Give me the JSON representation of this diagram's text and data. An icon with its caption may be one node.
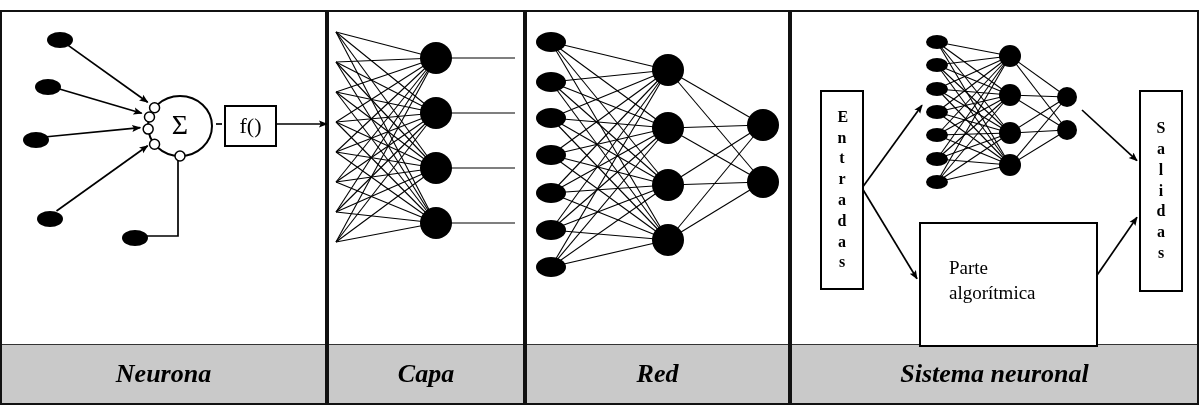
{
  "diagram": {
    "nodes": [
      {
        "text": [
          "Neurona"
        ]
      },
      {
        "text": [
          "Capa"
        ]
      },
      {
        "text": [
          "Red"
        ]
      },
      {
        "text": [
          "Sistema neuronal"
        ]
      },
      {
        "text": [],
        "shape": "ellipse",
        "in": 0
      },
      {
        "text": [],
        "shape": "ellipse",
        "in": 0
      },
      {
        "text": [],
        "shape": "ellipse",
        "in": 0
      },
      {
        "text": [],
        "shape": "ellipse",
        "in": 0
      },
      {
        "text": [],
        "shape": "ellipse",
        "in": 0
      },
      {
        "text": [
          "Σ"
        ],
        "in": 0
      },
      {
        "text": [
          "f()"
        ],
        "in": 0
      },
      {
        "text": [
          "Entradas"
        ],
        "in": 3
      },
      {
        "text": [],
        "shape": "picture",
        "in": 3
      },
      {
        "text": [
          "Parte algorítmica"
        ],
        "in": 3
      },
      {
        "text": [
          "Salidas"
        ],
        "in": 3
      }
    ],
    "edges": [
      {
        "from": 4,
        "to": 9,
        "arrow": "to"
      },
      {
        "from": 5,
        "to": 9,
        "arrow": "to"
      },
      {
        "from": 6,
        "to": 9,
        "arrow": "to"
      },
      {
        "from": 7,
        "to": 9,
        "arrow": "to"
      },
      {
        "from": 8,
        "to": 9,
        "arrow": "none"
      },
      {
        "from": 9,
        "to": 10,
        "arrow": "none"
      },
      {
        "from": 10,
        "to": 1,
        "arrow": "to"
      },
      {
        "from": 11,
        "to": 12,
        "arrow": "to"
      },
      {
        "from": 11,
        "to": 13,
        "arrow": "to"
      },
      {
        "from": 12,
        "to": 14,
        "arrow": "to"
      },
      {
        "from": 13,
        "to": 14,
        "arrow": "to"
      }
    ]
  }
}
